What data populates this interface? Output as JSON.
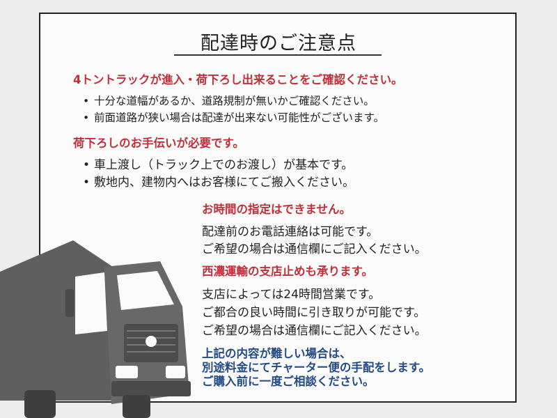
{
  "title": "配達時のご注意点",
  "section1": {
    "heading": "4トントラックが進入・荷下ろし出来ることをご確認ください。",
    "bullets": [
      "十分な道幅があるか、道路規制が無いかご確認ください。",
      "前面道路が狭い場合は配達が出来ない可能性がございます。"
    ]
  },
  "section2": {
    "heading": "荷下ろしのお手伝いが必要です。",
    "bullets": [
      "車上渡し（トラック上でのお渡し）が基本です。",
      "敷地内、建物内へはお客様にてご搬入ください。"
    ]
  },
  "section3": {
    "heading": "お時間の指定はできません。",
    "lines": [
      "配達前のお電話連絡は可能です。",
      "ご希望の場合は通信欄にご記入ください。"
    ]
  },
  "section4": {
    "heading": "西濃運輸の支店止めも承ります。",
    "lines": [
      "支店によっては24時間営業です。",
      "ご都合の良い時間に引き取りが可能です。",
      "ご希望の場合は通信欄にご記入ください。"
    ]
  },
  "notice": {
    "lines": [
      "上記の内容が難しい場合は、",
      "別途料金にてチャーター便の手配をします。",
      "ご購入前に一度ご相談ください。"
    ]
  },
  "colors": {
    "heading_red": "#c0303a",
    "notice_blue": "#234b85",
    "truck_gray": "#5f5f5f"
  },
  "icons": [
    "truck-icon"
  ]
}
